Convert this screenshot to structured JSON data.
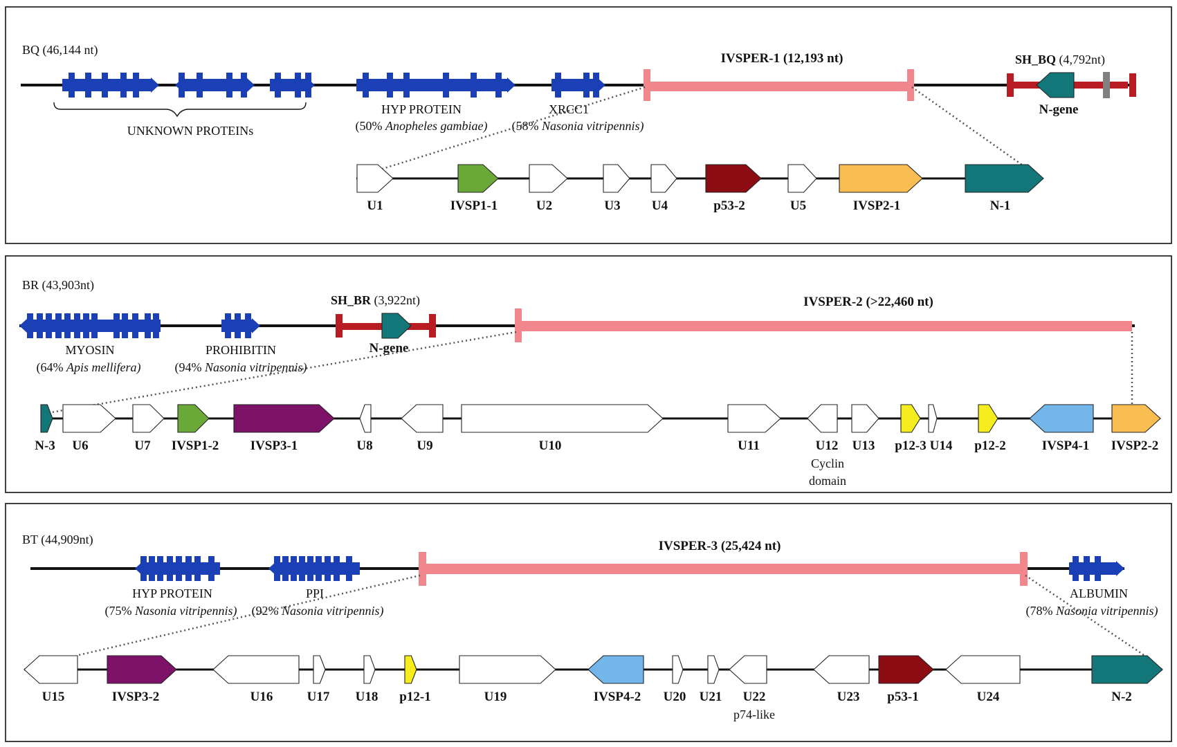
{
  "colors": {
    "blue": "#1b3fb4",
    "red": "#b81d24",
    "teal": "#13777a",
    "pink": "#f2868d",
    "green": "#6aa938",
    "darkred": "#8b0c12",
    "orange": "#f9bd52",
    "purple": "#7d1268",
    "yellow": "#f5ed1d",
    "lightblue": "#72b6ea",
    "gray": "#808080",
    "white": "#ffffff"
  },
  "panels": [
    {
      "name": "BQ",
      "length": "(46,144 nt)",
      "ivsper_name": "IVSPER-1",
      "ivsper_length": "(12,193 nt)",
      "sh_name": "SH_BQ",
      "sh_length": "(4,792nt)",
      "sh_gene": "N-gene",
      "host_genes": [
        {
          "label": "UNKNOWN PROTEINs",
          "sub_pre": "",
          "sub_italic": ""
        },
        {
          "label": "HYP PROTEIN",
          "sub_pre": "(50% ",
          "sub_italic": "Anopheles gambiae)"
        },
        {
          "label": "XRCC1",
          "sub_pre": "(58% ",
          "sub_italic": "Nasonia vitripennis)"
        }
      ],
      "orfs": [
        {
          "label": "U1",
          "color": "white"
        },
        {
          "label": "IVSP1-1",
          "color": "green"
        },
        {
          "label": "U2",
          "color": "white"
        },
        {
          "label": "U3",
          "color": "white"
        },
        {
          "label": "U4",
          "color": "white"
        },
        {
          "label": "p53-2",
          "color": "darkred"
        },
        {
          "label": "U5",
          "color": "white"
        },
        {
          "label": "IVSP2-1",
          "color": "orange"
        },
        {
          "label": "N-1",
          "color": "teal"
        }
      ]
    },
    {
      "name": "BR",
      "length": "(43,903nt)",
      "ivsper_name": "IVSPER-2",
      "ivsper_length": "(>22,460 nt)",
      "sh_name": "SH_BR",
      "sh_length": "(3,922nt)",
      "sh_gene": "N-gene",
      "host_genes": [
        {
          "label": "MYOSIN",
          "sub_pre": "(64% ",
          "sub_italic": "Apis mellifera)"
        },
        {
          "label": "PROHIBITIN",
          "sub_pre": "(94% ",
          "sub_italic": "Nasonia vitripennis)"
        }
      ],
      "orfs": [
        {
          "label": "N-3",
          "color": "teal"
        },
        {
          "label": "U6",
          "color": "white"
        },
        {
          "label": "U7",
          "color": "white"
        },
        {
          "label": "IVSP1-2",
          "color": "green"
        },
        {
          "label": "IVSP3-1",
          "color": "purple"
        },
        {
          "label": "U8",
          "color": "white"
        },
        {
          "label": "U9",
          "color": "white"
        },
        {
          "label": "U10",
          "color": "white"
        },
        {
          "label": "U11",
          "color": "white"
        },
        {
          "label": "U12",
          "color": "white",
          "note": [
            "Cyclin",
            "domain"
          ]
        },
        {
          "label": "U13",
          "color": "white"
        },
        {
          "label": "p12-3",
          "color": "yellow"
        },
        {
          "label": "U14",
          "color": "white"
        },
        {
          "label": "p12-2",
          "color": "yellow"
        },
        {
          "label": "IVSP4-1",
          "color": "lightblue"
        },
        {
          "label": "IVSP2-2",
          "color": "orange"
        }
      ]
    },
    {
      "name": "BT",
      "length": "(44,909nt)",
      "ivsper_name": "IVSPER-3",
      "ivsper_length": "(25,424 nt)",
      "host_genes": [
        {
          "label": "HYP PROTEIN",
          "sub_pre": "(75% ",
          "sub_italic": "Nasonia vitripennis)"
        },
        {
          "label": "PPI",
          "sub_pre": "(92% ",
          "sub_italic": "Nasonia vitripennis)"
        },
        {
          "label": "ALBUMIN",
          "sub_pre": "(78% ",
          "sub_italic": "Nasonia vitripennis)"
        }
      ],
      "orfs": [
        {
          "label": "U15",
          "color": "white"
        },
        {
          "label": "IVSP3-2",
          "color": "purple"
        },
        {
          "label": "U16",
          "color": "white"
        },
        {
          "label": "U17",
          "color": "white"
        },
        {
          "label": "U18",
          "color": "white"
        },
        {
          "label": "p12-1",
          "color": "yellow"
        },
        {
          "label": "U19",
          "color": "white"
        },
        {
          "label": "IVSP4-2",
          "color": "lightblue"
        },
        {
          "label": "U20",
          "color": "white"
        },
        {
          "label": "U21",
          "color": "white"
        },
        {
          "label": "U22",
          "color": "white",
          "note": [
            "p74-like"
          ]
        },
        {
          "label": "U23",
          "color": "white"
        },
        {
          "label": "p53-1",
          "color": "darkred"
        },
        {
          "label": "U24",
          "color": "white"
        },
        {
          "label": "N-2",
          "color": "teal"
        }
      ]
    }
  ]
}
